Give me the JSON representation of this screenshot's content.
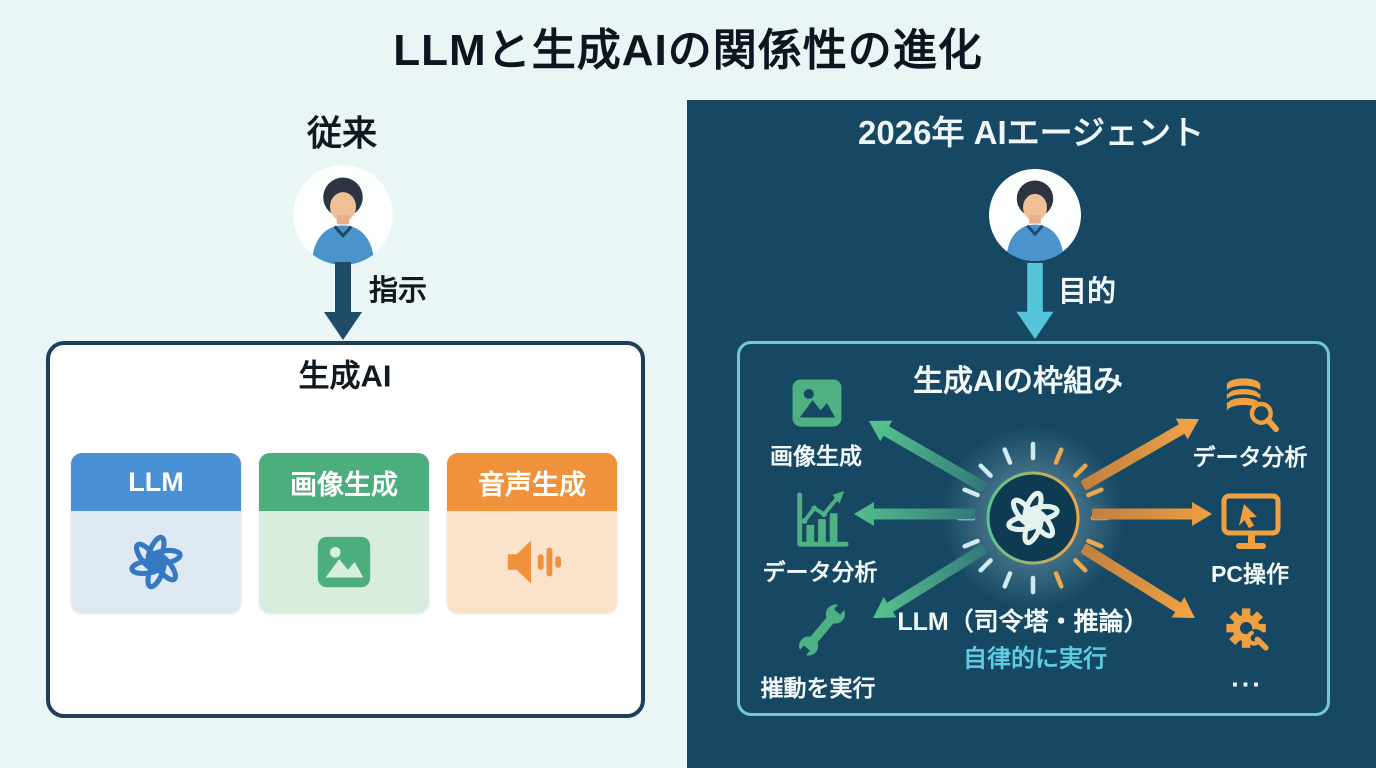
{
  "title": "LLMと生成AIの関係性の進化",
  "left_panel": {
    "heading": "従来",
    "arrow_label": "指示",
    "box_title": "生成AI",
    "cards": [
      {
        "label": "LLM",
        "icon": "openai-logo-icon"
      },
      {
        "label": "画像生成",
        "icon": "image-icon"
      },
      {
        "label": "音声生成",
        "icon": "speaker-icon"
      }
    ]
  },
  "right_panel": {
    "heading": "2026年 AIエージェント",
    "arrow_label": "目的",
    "box_title": "生成AIの枠組み",
    "hub": {
      "icon": "openai-logo-icon",
      "label": "LLM（司令塔・推論）",
      "sub_label": "自律的に実行"
    },
    "left_nodes": [
      {
        "label": "画像生成",
        "icon": "image-icon"
      },
      {
        "label": "データ分析",
        "icon": "bar-chart-icon"
      },
      {
        "label": "摧動を実行",
        "icon": "wrench-icon"
      }
    ],
    "right_nodes": [
      {
        "label": "データ分析",
        "icon": "database-search-icon"
      },
      {
        "label": "PC操作",
        "icon": "monitor-cursor-icon"
      },
      {
        "label": "...",
        "icon": "gear-wrench-icon"
      }
    ]
  },
  "colors": {
    "background": "#e9f6f5",
    "panel_dark": "#164863",
    "left_box_border": "#1e3f5a",
    "right_box_border": "#74c6da",
    "instruction_arrow": "#1d4b68",
    "goal_arrow": "#55c6da",
    "llm_blue": "#4a90d5",
    "llm_blue_light": "#dfe9f4",
    "gen_green": "#4cae7d",
    "gen_green_light": "#d9eddf",
    "voice_orange": "#f0923c",
    "voice_orange_light": "#fbe3cb",
    "node_green": "#4db183",
    "node_orange": "#f0a041",
    "arrow_green_tip": "#58c68f",
    "arrow_orange_tip": "#f3a445",
    "sub_label_cyan": "#5ecbe0"
  }
}
